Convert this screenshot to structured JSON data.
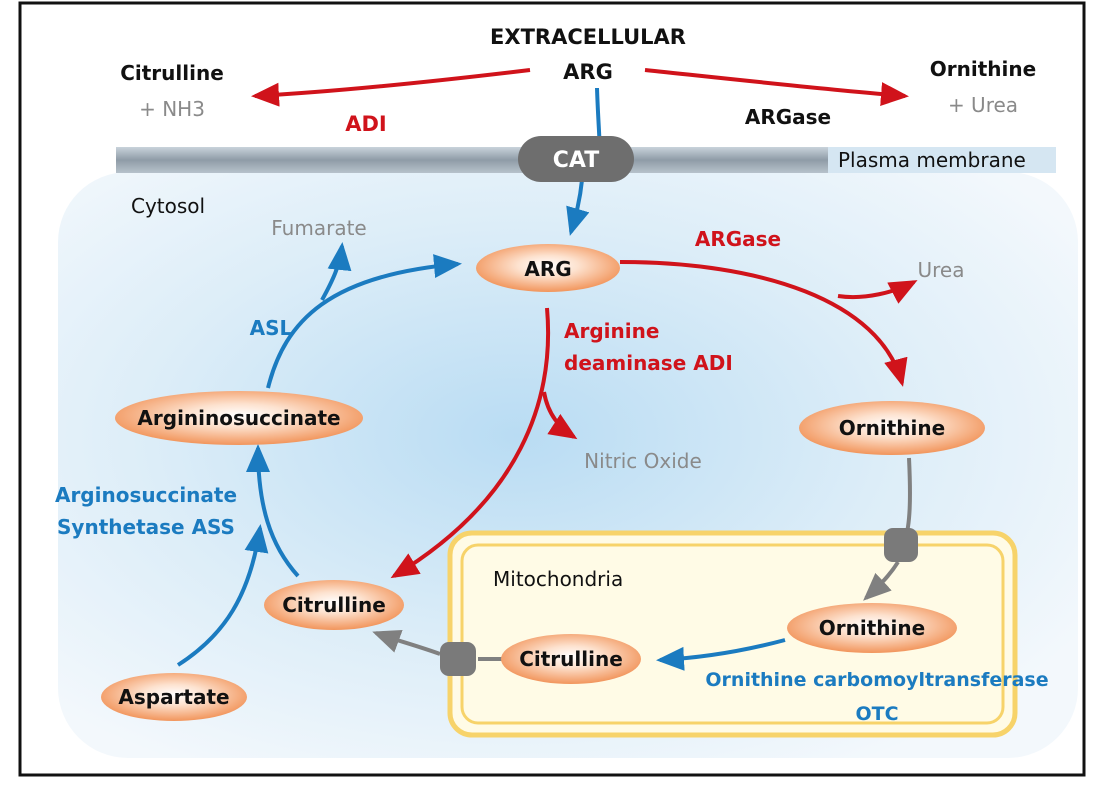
{
  "labels": {
    "extracellular": "EXTRACELLULAR",
    "arg_out": "ARG",
    "citrulline_out": "Citrulline",
    "nh3": "+ NH3",
    "adi_out": "ADI",
    "ornithine_out": "Ornithine",
    "urea_out": "+ Urea",
    "argase_out": "ARGase",
    "cat": "CAT",
    "plasma_membrane": "Plasma membrane",
    "cytosol": "Cytosol",
    "fumarate": "Fumarate",
    "arg_in": "ARG",
    "argase_in": "ARGase",
    "urea_in": "Urea",
    "asl": "ASL",
    "adi_line1": "Arginine",
    "adi_line2": "deaminase ADI",
    "argininosuccinate": "Argininosuccinate",
    "ornithine_in": "Ornithine",
    "nitric_oxide": "Nitric Oxide",
    "ass_line1": "Arginosuccinate",
    "ass_line2": "Synthetase  ASS",
    "mitochondria": "Mitochondria",
    "citrulline_cyto": "Citrulline",
    "ornithine_mito": "Ornithine",
    "citrulline_mito": "Citrulline",
    "aspartate": "Aspartate",
    "otc_line1": "Ornithine carbomoyltransferase",
    "otc_line2": "OTC"
  },
  "colors": {
    "red": "#d0131b",
    "blue": "#1b7bc0",
    "grey_arrow": "#808080",
    "node_orange": "#f08a4b",
    "mito_yellow": "#f7d36a"
  }
}
